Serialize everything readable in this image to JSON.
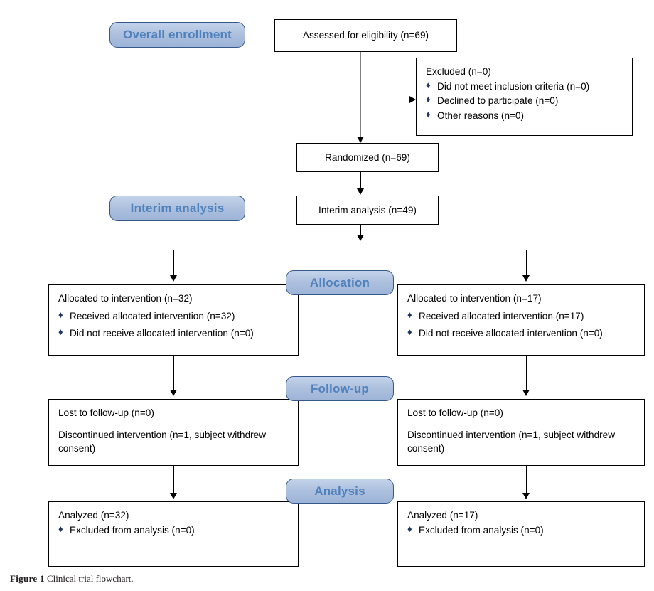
{
  "figure": {
    "caption_label": "Figure 1",
    "caption_text": "Clinical trial flowchart."
  },
  "colors": {
    "badge_fill": "#aec1de",
    "badge_border": "#36598c",
    "badge_text": "#4f81bd",
    "bullet": "#1f3864",
    "box_border": "#000000",
    "connector": "#000000",
    "connector_gray": "#7f7f7f"
  },
  "stages": {
    "enrollment": "Overall enrollment",
    "interim": "Interim analysis",
    "allocation": "Allocation",
    "followup": "Follow-up",
    "analysis": "Analysis"
  },
  "nodes": {
    "eligibility": {
      "text": "Assessed for eligibility (n=69)"
    },
    "excluded": {
      "heading": "Excluded (n=0)",
      "bullets": [
        "Did not meet inclusion criteria (n=0)",
        "Declined to participate (n=0)",
        "Other reasons (n=0)"
      ]
    },
    "randomized": {
      "text": "Randomized (n=69)"
    },
    "interim": {
      "text": "Interim analysis (n=49)"
    },
    "allocation_left": {
      "heading": "Allocated to intervention (n=32)",
      "bullets": [
        "Received allocated intervention (n=32)",
        "Did not receive allocated intervention (n=0)"
      ]
    },
    "allocation_right": {
      "heading": "Allocated to intervention (n=17)",
      "bullets": [
        "Received allocated intervention (n=17)",
        "Did not receive allocated intervention (n=0)"
      ]
    },
    "followup_left": {
      "line1": "Lost to follow-up (n=0)",
      "line2": "Discontinued intervention (n=1, subject withdrew consent)"
    },
    "followup_right": {
      "line1": "Lost to follow-up (n=0)",
      "line2": "Discontinued intervention (n=1, subject withdrew consent)"
    },
    "analysis_left": {
      "heading": "Analyzed (n=32)",
      "bullets": [
        "Excluded from analysis (n=0)"
      ]
    },
    "analysis_right": {
      "heading": "Analyzed (n=17)",
      "bullets": [
        "Excluded from analysis (n=0)"
      ]
    }
  },
  "icons": {
    "bullet_glyph": "♦"
  }
}
